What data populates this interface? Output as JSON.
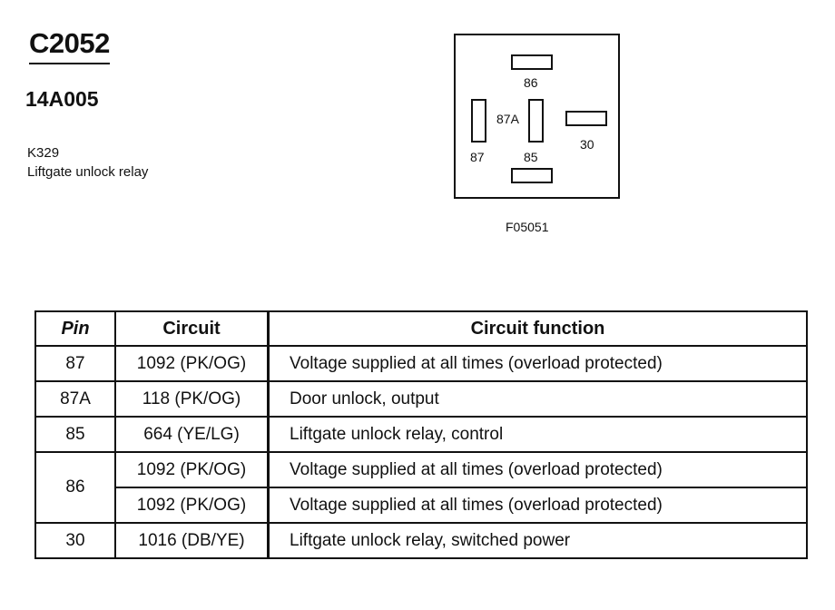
{
  "header": {
    "connector": "C2052",
    "part_number": "14A005",
    "component_id": "K329",
    "component_name": "Liftgate unlock relay"
  },
  "diagram": {
    "figure_id": "F05051",
    "pins": {
      "p86": "86",
      "p87a": "87A",
      "p30": "30",
      "p87": "87",
      "p85": "85"
    }
  },
  "table": {
    "headers": {
      "pin": "Pin",
      "circuit": "Circuit",
      "function": "Circuit function"
    },
    "rows": [
      {
        "pin": "87",
        "circuit": "1092 (PK/OG)",
        "function": "Voltage supplied at all times (overload protected)"
      },
      {
        "pin": "87A",
        "circuit": "118 (PK/OG)",
        "function": "Door unlock, output"
      },
      {
        "pin": "85",
        "circuit": "664 (YE/LG)",
        "function": "Liftgate unlock relay, control"
      },
      {
        "pin": "86",
        "circuit": "1092 (PK/OG)",
        "function": "Voltage supplied at all times (overload protected)"
      },
      {
        "pin": "",
        "circuit": "1092 (PK/OG)",
        "function": "Voltage supplied at all times (overload protected)"
      },
      {
        "pin": "30",
        "circuit": "1016 (DB/YE)",
        "function": "Liftgate unlock relay, switched power"
      }
    ]
  }
}
